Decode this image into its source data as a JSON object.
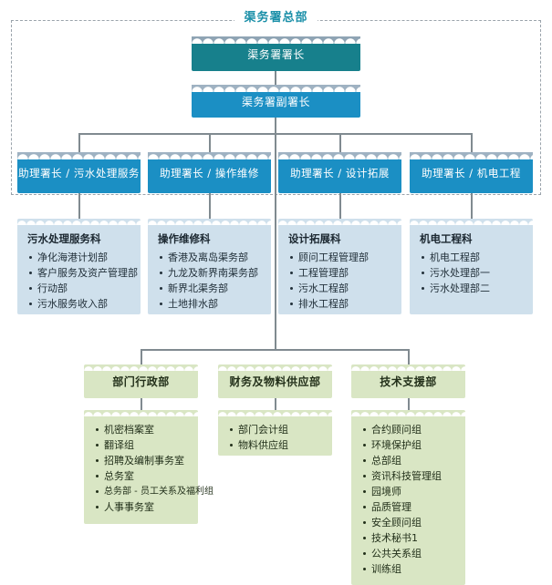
{
  "chart_title": "渠务署总部",
  "colors": {
    "director": "#17808c",
    "deputy": "#1b8fc4",
    "assistant": "#1b8fc4",
    "panel_blue": "#cfe0ec",
    "panel_green": "#d9e6c4",
    "connector": "#808a90",
    "title_text": "#1a8fa8"
  },
  "director": {
    "label": "渠务署署长"
  },
  "deputy": {
    "label": "渠务署副署长"
  },
  "assistants": [
    {
      "label": "助理署长 / 污水处理服务"
    },
    {
      "label": "助理署长 / 操作维修"
    },
    {
      "label": "助理署长 / 设计拓展"
    },
    {
      "label": "助理署长 / 机电工程"
    }
  ],
  "divisions": [
    {
      "title": "污水处理服务科",
      "items": [
        "净化海港计划部",
        "客户服务及资产管理部",
        "行动部",
        "污水服务收入部"
      ]
    },
    {
      "title": "操作维修科",
      "items": [
        "香港及离岛渠务部",
        "九龙及新界南渠务部",
        "新界北渠务部",
        "土地排水部"
      ]
    },
    {
      "title": "设计拓展科",
      "items": [
        "顾问工程管理部",
        "工程管理部",
        "污水工程部",
        "排水工程部"
      ]
    },
    {
      "title": "机电工程科",
      "items": [
        "机电工程部",
        "污水处理部一",
        "污水处理部二"
      ]
    }
  ],
  "support_units": [
    {
      "label": "部门行政部",
      "items": [
        "机密档案室",
        "翻译组",
        "招聘及编制事务室",
        "总务室",
        "总务部 - 员工关系及福利组",
        "人事事务室"
      ]
    },
    {
      "label": "财务及物料供应部",
      "items": [
        "部门会计组",
        "物料供应组"
      ]
    },
    {
      "label": "技术支援部",
      "items": [
        "合约顾问组",
        "环境保护组",
        "总部组",
        "资讯科技管理组",
        "园境师",
        "品质管理",
        "安全顾问组",
        "技术秘书1",
        "公共关系组",
        "训练组"
      ]
    }
  ]
}
